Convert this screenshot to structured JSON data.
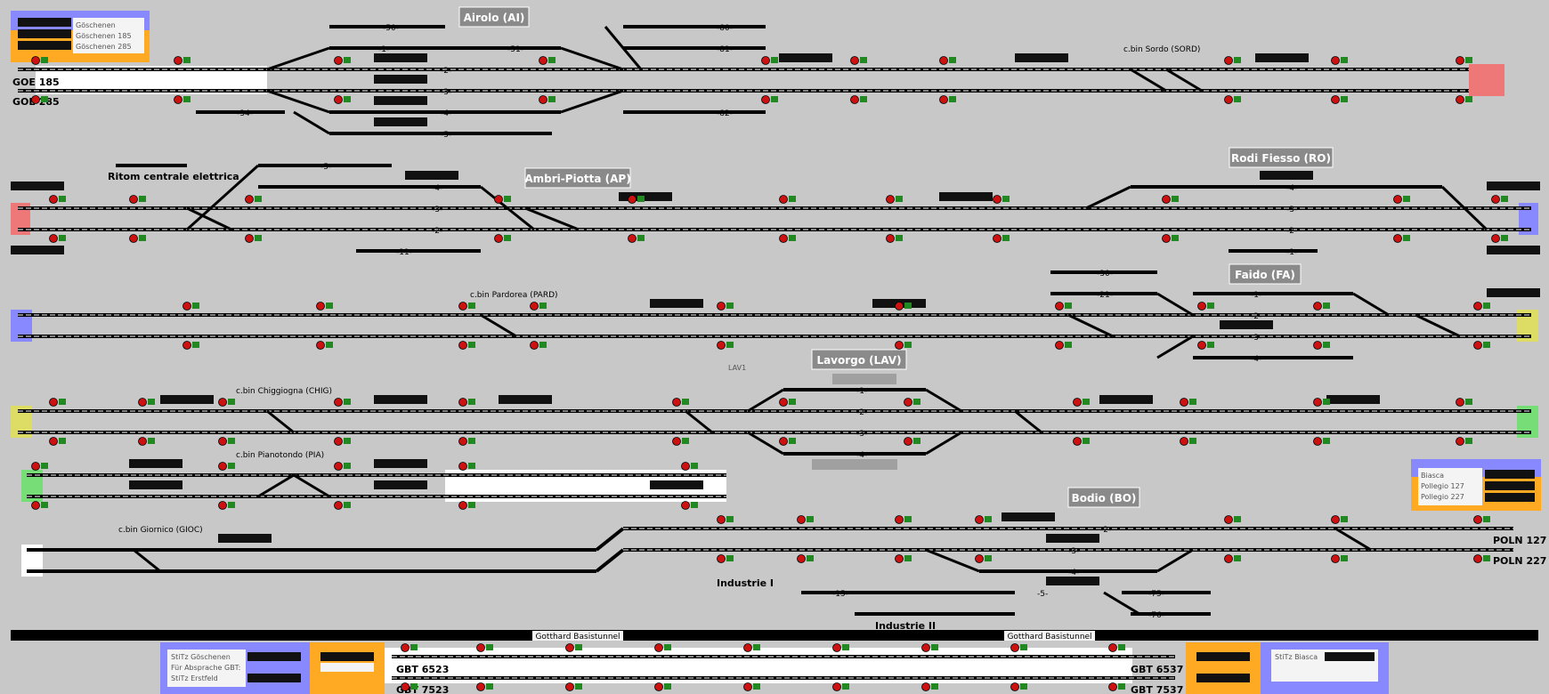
{
  "colors": {
    "background": "#c8c8c8",
    "track": "#000000",
    "track_white": "#ffffff",
    "signal_red": "#cc1111",
    "signal_green": "#228822",
    "blue_panel": "#8888ff",
    "orange_panel": "#ffaa22",
    "red_end": "#ee7777",
    "yellow_end": "#dddd66",
    "green_end": "#77dd77",
    "station_box": "#8a8a8a"
  },
  "stations": [
    {
      "label": "Airolo (AI)"
    },
    {
      "label": "Ambri-Piotta (AP)"
    },
    {
      "label": "Rodi Fiesso (RO)"
    },
    {
      "label": "Faido (FA)"
    },
    {
      "label": "Lavorgo (LAV)"
    },
    {
      "label": "Bodio (BO)"
    }
  ],
  "sub_labels": [
    "c.bin Sordo (SORD)",
    "c.bin Pardorea (PARD)",
    "c.bin Chiggiogna (CHIG)",
    "c.bin Pianotondo (PIA)",
    "c.bin Giornico (GIOC)",
    "LAV1"
  ],
  "big_labels": [
    "Ritom centrale elettrica",
    "Industrie I",
    "Industrie II"
  ],
  "endpoints": [
    "GOE 185",
    "GOE 285",
    "POLN 127",
    "POLN 227",
    "GBT 6523",
    "GBT 7523",
    "GBT 6537",
    "GBT 7537"
  ],
  "panel_goschenen": [
    "Göschenen",
    "Göschenen 185",
    "Göschenen 285"
  ],
  "panel_biasca": [
    "Biasca",
    "Pollegio 127",
    "Pollegio 227"
  ],
  "panel_stitz_left": [
    "StiTz Göschenen",
    "Für Absprache GBT:",
    "StiTz Erstfeld"
  ],
  "panel_stitz_right": [
    "StiTz Biasca"
  ],
  "tunnel_labels": [
    "Gotthard Basistunnel",
    "Gotthard Basistunnel"
  ],
  "track_numbers": [
    "-50-",
    "-1-",
    "-51-",
    "-2-",
    "-3-",
    "-4-",
    "-5-",
    "-34-",
    "-80-",
    "-81-",
    "-82-",
    "-5-",
    "-4-",
    "-3-",
    "-2-",
    "-11-",
    "-4-",
    "-3-",
    "-2-",
    "-1-",
    "-30-",
    "-21-",
    "-1-",
    "-2-",
    "-3-",
    "-4-",
    "-1-",
    "-2-",
    "-3-",
    "-4-",
    "-2-",
    "-3-",
    "-4-",
    "-15-",
    "-5-",
    "-75-",
    "-76-"
  ]
}
